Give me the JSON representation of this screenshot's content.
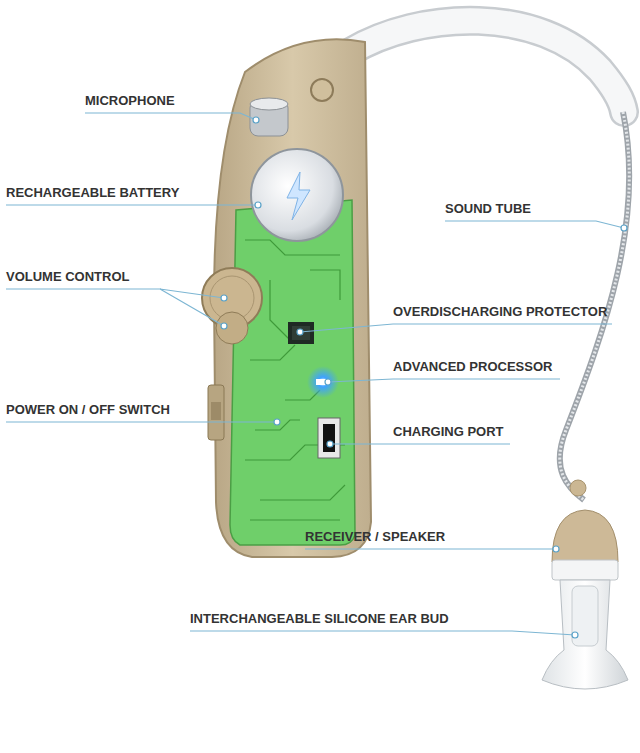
{
  "diagram": {
    "labels": [
      "MICROPHONE",
      "RECHARGEABLE BATTERY",
      "VOLUME CONTROL",
      "POWER ON / OFF SWITCH",
      "SOUND TUBE",
      "OVERDISCHARGING PROTECTOR",
      "ADVANCED PROCESSOR",
      "CHARGING PORT",
      "RECEIVER / SPEAKER",
      "INTERCHANGEABLE SILICONE EAR BUD"
    ]
  }
}
